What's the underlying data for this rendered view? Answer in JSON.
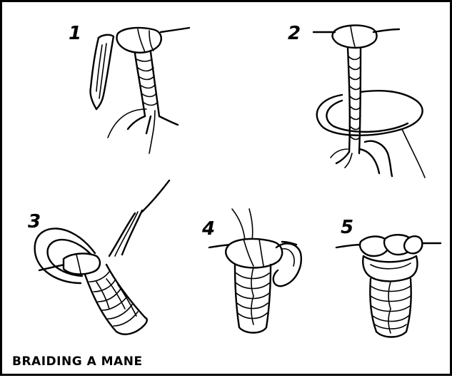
{
  "caption": "BRAIDING A MANE",
  "steps": [
    {
      "number": "1"
    },
    {
      "number": "2"
    },
    {
      "number": "3"
    },
    {
      "number": "4"
    },
    {
      "number": "5"
    }
  ]
}
